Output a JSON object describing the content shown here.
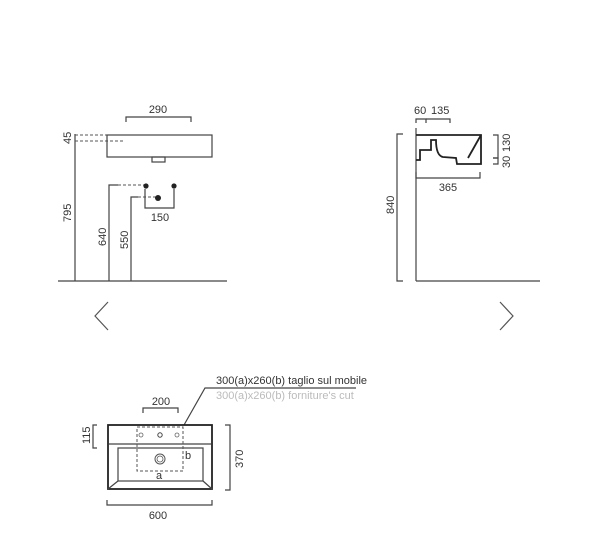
{
  "front_view": {
    "width_290": "290",
    "height_45": "45",
    "height_795": "795",
    "height_640": "640",
    "height_550": "550",
    "spacing_150": "150"
  },
  "side_view": {
    "depth_60": "60",
    "depth_135": "135",
    "height_30": "30",
    "height_130": "130",
    "depth_365": "365",
    "height_840": "840"
  },
  "top_view": {
    "spacing_200": "200",
    "depth_115": "115",
    "depth_370": "370",
    "width_600": "600",
    "label_a": "a",
    "label_b": "b",
    "note_it": "300(a)x260(b) taglio sul mobile",
    "note_en": "300(a)x260(b) forniture's cut"
  },
  "navigation": {
    "prev_icon": "chevron-left-icon",
    "next_icon": "chevron-right-icon"
  }
}
